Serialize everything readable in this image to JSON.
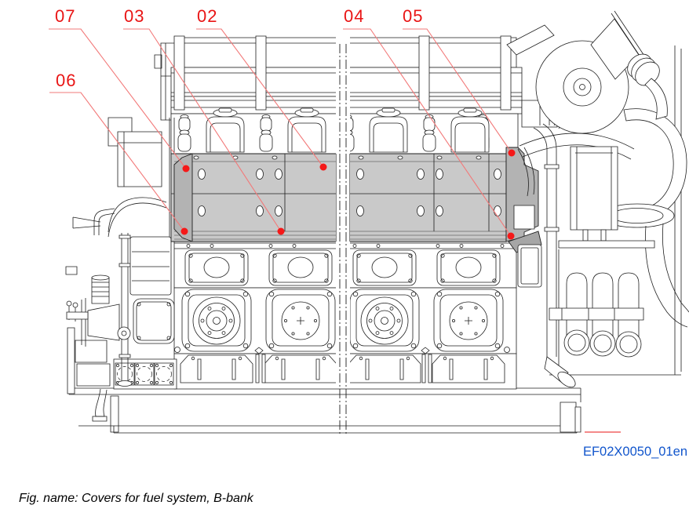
{
  "figure": {
    "code": "EF02X0050_01en",
    "caption": "Fig. name: Covers for fuel system, B-bank"
  },
  "callouts": [
    {
      "label": "07"
    },
    {
      "label": "03"
    },
    {
      "label": "02"
    },
    {
      "label": "04"
    },
    {
      "label": "05"
    },
    {
      "label": "06"
    }
  ],
  "colors": {
    "callout_red": "#e91515",
    "leader_red": "#f27979",
    "dot_red": "#f51818",
    "figure_code_blue": "#1155cc",
    "cover_gray": "#c9c9c9",
    "cover_gray_dark": "#b3b3b3",
    "line_black": "#1f1f1f"
  }
}
